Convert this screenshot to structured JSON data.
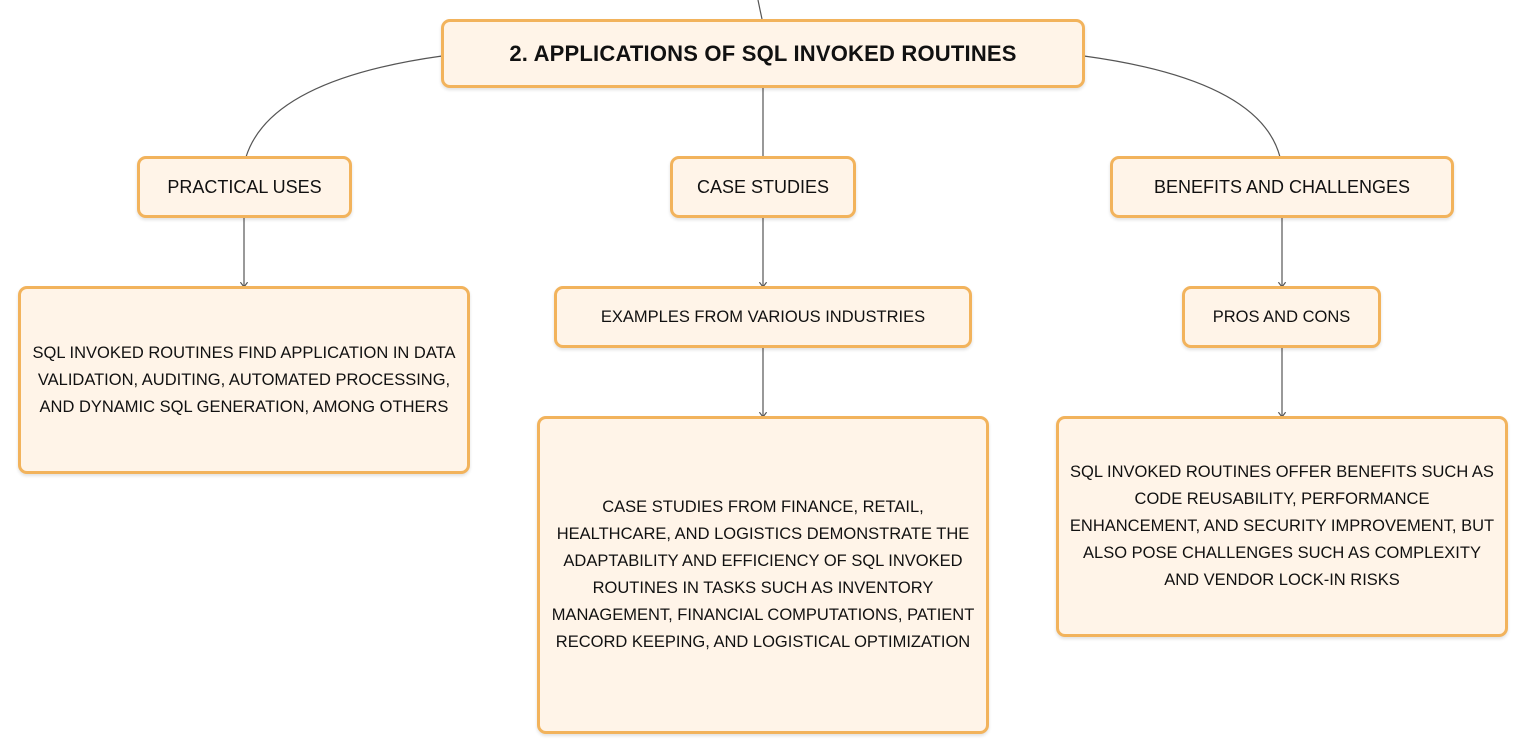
{
  "theme": {
    "node_fill": "#fff4e8",
    "node_border": "#f2b35c",
    "connector": "#555555",
    "text": "#111111"
  },
  "root": {
    "title": "2. APPLICATIONS OF SQL INVOKED ROUTINES"
  },
  "branches": [
    {
      "title": "PRACTICAL USES",
      "detail": "SQL INVOKED ROUTINES FIND APPLICATION IN DATA VALIDATION, AUDITING, AUTOMATED PROCESSING, AND DYNAMIC SQL GENERATION, AMONG OTHERS"
    },
    {
      "title": "CASE STUDIES",
      "subtitle": "EXAMPLES FROM VARIOUS INDUSTRIES",
      "detail": "CASE STUDIES FROM FINANCE, RETAIL, HEALTHCARE, AND LOGISTICS DEMONSTRATE THE ADAPTABILITY AND EFFICIENCY OF SQL INVOKED ROUTINES IN TASKS SUCH AS INVENTORY MANAGEMENT, FINANCIAL COMPUTATIONS, PATIENT RECORD KEEPING, AND LOGISTICAL OPTIMIZATION"
    },
    {
      "title": "BENEFITS AND CHALLENGES",
      "subtitle": "PROS AND CONS",
      "detail": "SQL INVOKED ROUTINES OFFER BENEFITS SUCH AS CODE REUSABILITY, PERFORMANCE ENHANCEMENT, AND SECURITY IMPROVEMENT, BUT ALSO POSE CHALLENGES SUCH AS COMPLEXITY AND VENDOR LOCK-IN RISKS"
    }
  ]
}
